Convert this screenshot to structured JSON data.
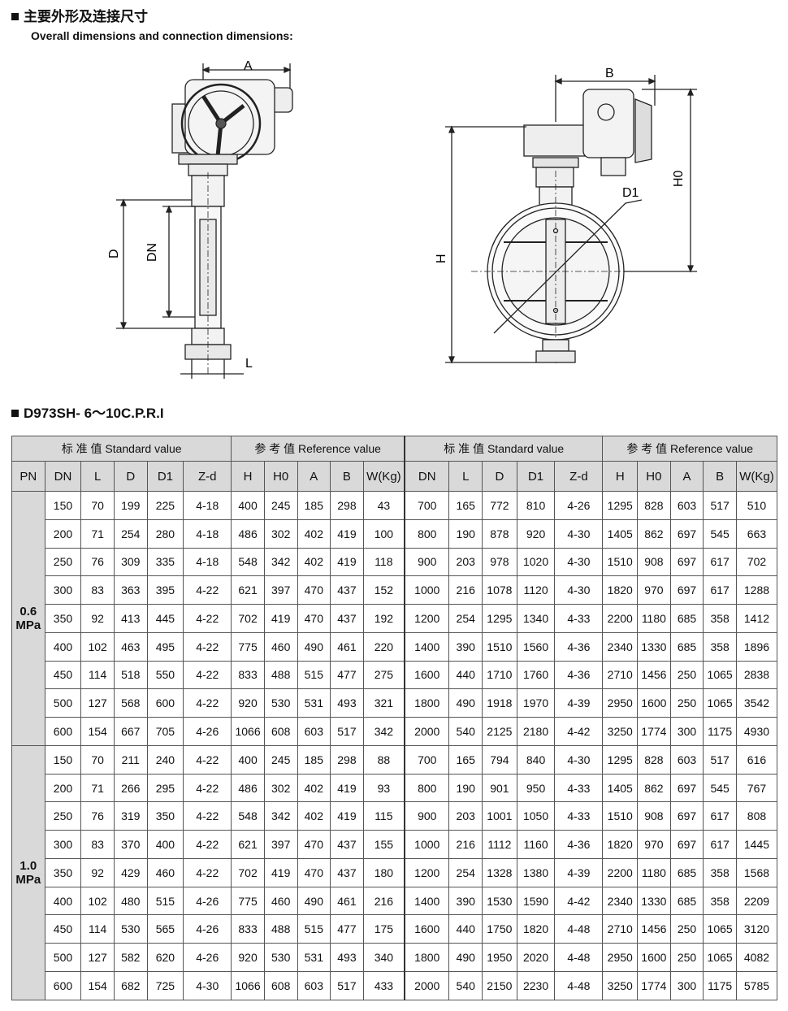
{
  "heading_cn": "主要外形及连接尺寸",
  "heading_en": "Overall dimensions and connection dimensions:",
  "model": "D973SH- 6～10C.P.R.I",
  "labels": {
    "A": "A",
    "B": "B",
    "D": "D",
    "DN": "DN",
    "L": "L",
    "H": "H",
    "H0": "H0",
    "D1": "D1"
  },
  "table": {
    "groups": [
      "标 准 值 Standard value",
      "参 考 值 Reference value",
      "标 准 值 Standard value",
      "参 考 值 Reference value"
    ],
    "columns": [
      "PN",
      "DN",
      "L",
      "D",
      "D1",
      "Z-d",
      "H",
      "H0",
      "A",
      "B",
      "W(Kg)",
      "DN",
      "L",
      "D",
      "D1",
      "Z-d",
      "H",
      "H0",
      "A",
      "B",
      "W(Kg)"
    ],
    "sections": [
      {
        "pn": [
          "0.6",
          "MPa"
        ],
        "rows": [
          [
            "150",
            "70",
            "199",
            "225",
            "4-18",
            "400",
            "245",
            "185",
            "298",
            "43",
            "700",
            "165",
            "772",
            "810",
            "4-26",
            "1295",
            "828",
            "603",
            "517",
            "510"
          ],
          [
            "200",
            "71",
            "254",
            "280",
            "4-18",
            "486",
            "302",
            "402",
            "419",
            "100",
            "800",
            "190",
            "878",
            "920",
            "4-30",
            "1405",
            "862",
            "697",
            "545",
            "663"
          ],
          [
            "250",
            "76",
            "309",
            "335",
            "4-18",
            "548",
            "342",
            "402",
            "419",
            "118",
            "900",
            "203",
            "978",
            "1020",
            "4-30",
            "1510",
            "908",
            "697",
            "617",
            "702"
          ],
          [
            "300",
            "83",
            "363",
            "395",
            "4-22",
            "621",
            "397",
            "470",
            "437",
            "152",
            "1000",
            "216",
            "1078",
            "1120",
            "4-30",
            "1820",
            "970",
            "697",
            "617",
            "1288"
          ],
          [
            "350",
            "92",
            "413",
            "445",
            "4-22",
            "702",
            "419",
            "470",
            "437",
            "192",
            "1200",
            "254",
            "1295",
            "1340",
            "4-33",
            "2200",
            "1180",
            "685",
            "358",
            "1412"
          ],
          [
            "400",
            "102",
            "463",
            "495",
            "4-22",
            "775",
            "460",
            "490",
            "461",
            "220",
            "1400",
            "390",
            "1510",
            "1560",
            "4-36",
            "2340",
            "1330",
            "685",
            "358",
            "1896"
          ],
          [
            "450",
            "114",
            "518",
            "550",
            "4-22",
            "833",
            "488",
            "515",
            "477",
            "275",
            "1600",
            "440",
            "1710",
            "1760",
            "4-36",
            "2710",
            "1456",
            "250",
            "1065",
            "2838"
          ],
          [
            "500",
            "127",
            "568",
            "600",
            "4-22",
            "920",
            "530",
            "531",
            "493",
            "321",
            "1800",
            "490",
            "1918",
            "1970",
            "4-39",
            "2950",
            "1600",
            "250",
            "1065",
            "3542"
          ],
          [
            "600",
            "154",
            "667",
            "705",
            "4-26",
            "1066",
            "608",
            "603",
            "517",
            "342",
            "2000",
            "540",
            "2125",
            "2180",
            "4-42",
            "3250",
            "1774",
            "300",
            "1175",
            "4930"
          ]
        ]
      },
      {
        "pn": [
          "1.0",
          "MPa"
        ],
        "rows": [
          [
            "150",
            "70",
            "211",
            "240",
            "4-22",
            "400",
            "245",
            "185",
            "298",
            "88",
            "700",
            "165",
            "794",
            "840",
            "4-30",
            "1295",
            "828",
            "603",
            "517",
            "616"
          ],
          [
            "200",
            "71",
            "266",
            "295",
            "4-22",
            "486",
            "302",
            "402",
            "419",
            "93",
            "800",
            "190",
            "901",
            "950",
            "4-33",
            "1405",
            "862",
            "697",
            "545",
            "767"
          ],
          [
            "250",
            "76",
            "319",
            "350",
            "4-22",
            "548",
            "342",
            "402",
            "419",
            "115",
            "900",
            "203",
            "1001",
            "1050",
            "4-33",
            "1510",
            "908",
            "697",
            "617",
            "808"
          ],
          [
            "300",
            "83",
            "370",
            "400",
            "4-22",
            "621",
            "397",
            "470",
            "437",
            "155",
            "1000",
            "216",
            "1112",
            "1160",
            "4-36",
            "1820",
            "970",
            "697",
            "617",
            "1445"
          ],
          [
            "350",
            "92",
            "429",
            "460",
            "4-22",
            "702",
            "419",
            "470",
            "437",
            "180",
            "1200",
            "254",
            "1328",
            "1380",
            "4-39",
            "2200",
            "1180",
            "685",
            "358",
            "1568"
          ],
          [
            "400",
            "102",
            "480",
            "515",
            "4-26",
            "775",
            "460",
            "490",
            "461",
            "216",
            "1400",
            "390",
            "1530",
            "1590",
            "4-42",
            "2340",
            "1330",
            "685",
            "358",
            "2209"
          ],
          [
            "450",
            "114",
            "530",
            "565",
            "4-26",
            "833",
            "488",
            "515",
            "477",
            "175",
            "1600",
            "440",
            "1750",
            "1820",
            "4-48",
            "2710",
            "1456",
            "250",
            "1065",
            "3120"
          ],
          [
            "500",
            "127",
            "582",
            "620",
            "4-26",
            "920",
            "530",
            "531",
            "493",
            "340",
            "1800",
            "490",
            "1950",
            "2020",
            "4-48",
            "2950",
            "1600",
            "250",
            "1065",
            "4082"
          ],
          [
            "600",
            "154",
            "682",
            "725",
            "4-30",
            "1066",
            "608",
            "603",
            "517",
            "433",
            "2000",
            "540",
            "2150",
            "2230",
            "4-48",
            "3250",
            "1774",
            "300",
            "1175",
            "5785"
          ]
        ]
      }
    ]
  }
}
